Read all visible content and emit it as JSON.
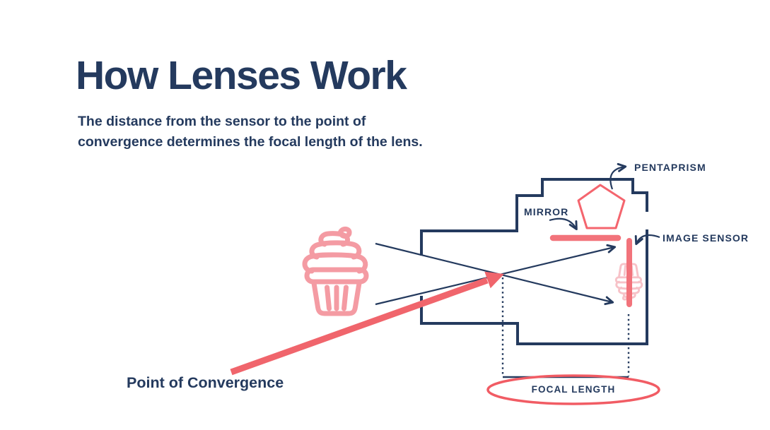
{
  "header": {
    "title": "How Lenses Work",
    "subtitle_line1": "The distance from the sensor to the point of",
    "subtitle_line2": "convergence determines the focal length of the lens."
  },
  "diagram": {
    "labels": {
      "pentaprism": "PENTAPRISM",
      "mirror": "MIRROR",
      "image_sensor": "IMAGE SENSOR",
      "focal_length": "FOCAL LENGTH",
      "point_of_convergence": "Point of Convergence"
    },
    "icons": {
      "object": "cupcake-icon",
      "projected_image": "inverted-cupcake-icon",
      "pentaprism_shape": "pentagon-outline-icon",
      "mirror_shape": "mirror-bar",
      "sensor_shape": "image-sensor-bar",
      "convergence_pointer": "coral-arrow",
      "measurement": "focal-length-ellipse"
    },
    "colors": {
      "navy": "#243a5e",
      "coral": "#f2666d",
      "bar_coral": "#f2737b",
      "pink": "#f49ba3",
      "light_pink": "#f7c2c8"
    }
  }
}
